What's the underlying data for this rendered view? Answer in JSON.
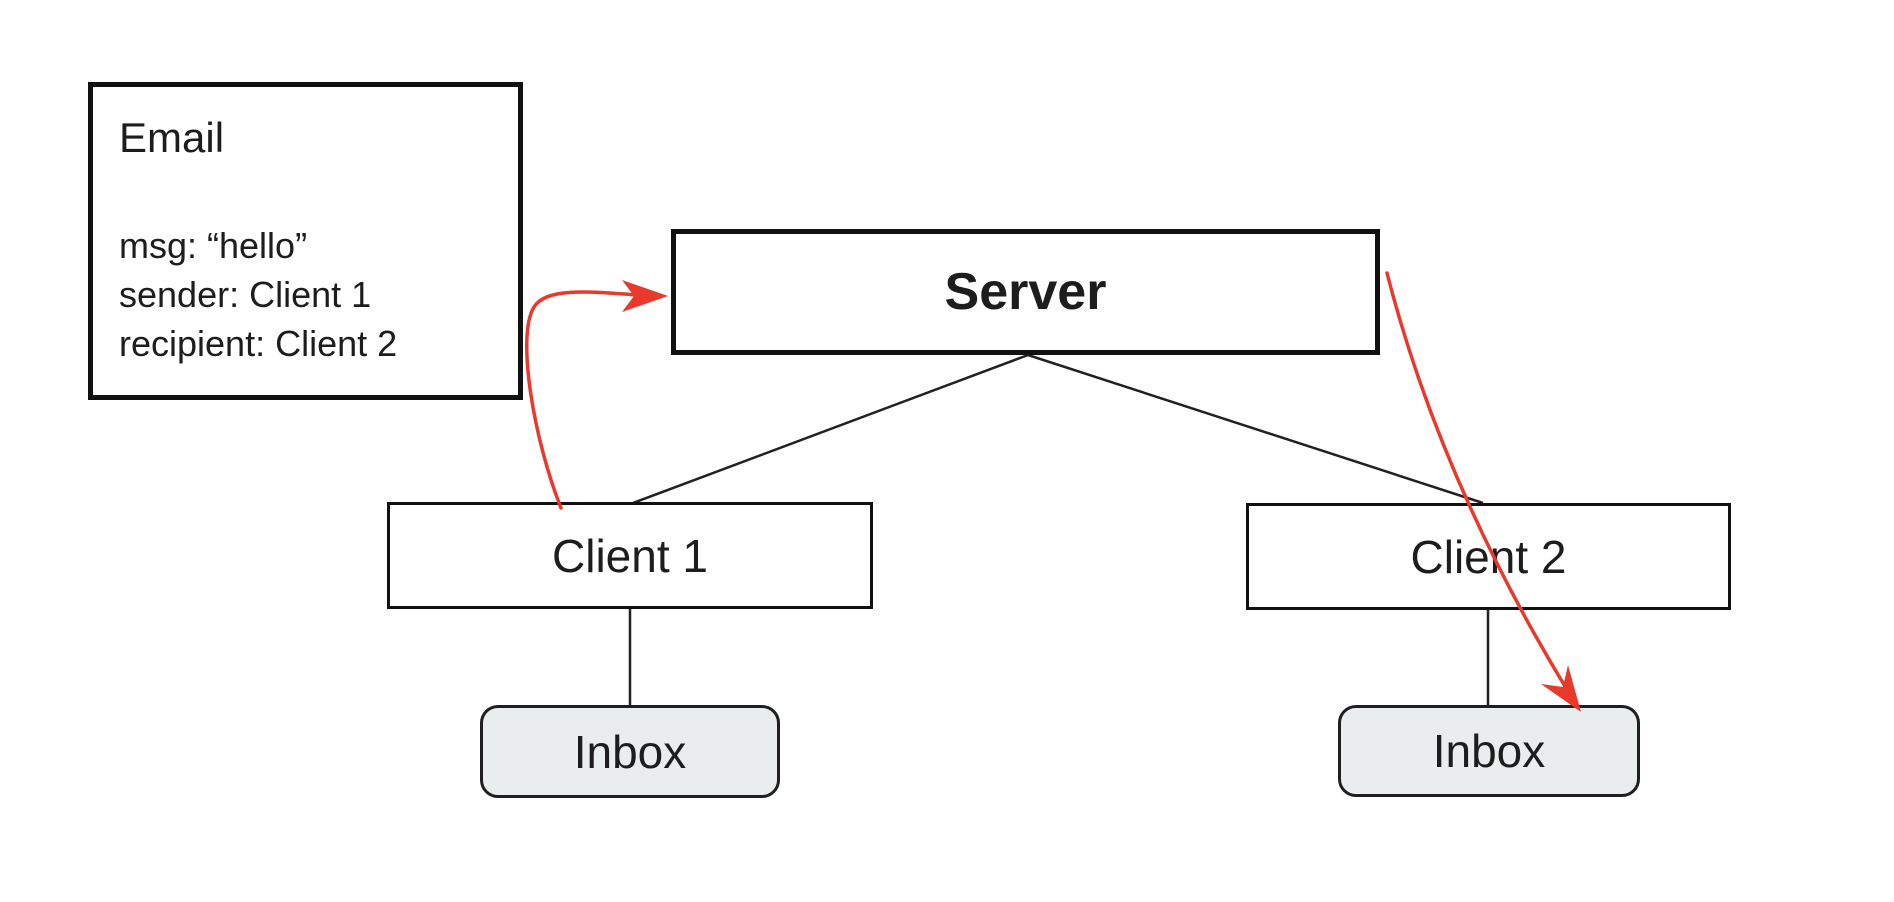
{
  "colors": {
    "red": "#e8392b",
    "line": "#212121",
    "border": "#111111",
    "inbox_fill": "#eaeded",
    "text": "#1d1d1d"
  },
  "email_note": {
    "title": "Email",
    "fields": {
      "msg": "msg: “hello”",
      "sender": "sender: Client 1",
      "recipient": "recipient: Client 2"
    }
  },
  "nodes": {
    "server": "Server",
    "client1": "Client 1",
    "client2": "Client 2",
    "inbox1": "Inbox",
    "inbox2": "Inbox"
  }
}
